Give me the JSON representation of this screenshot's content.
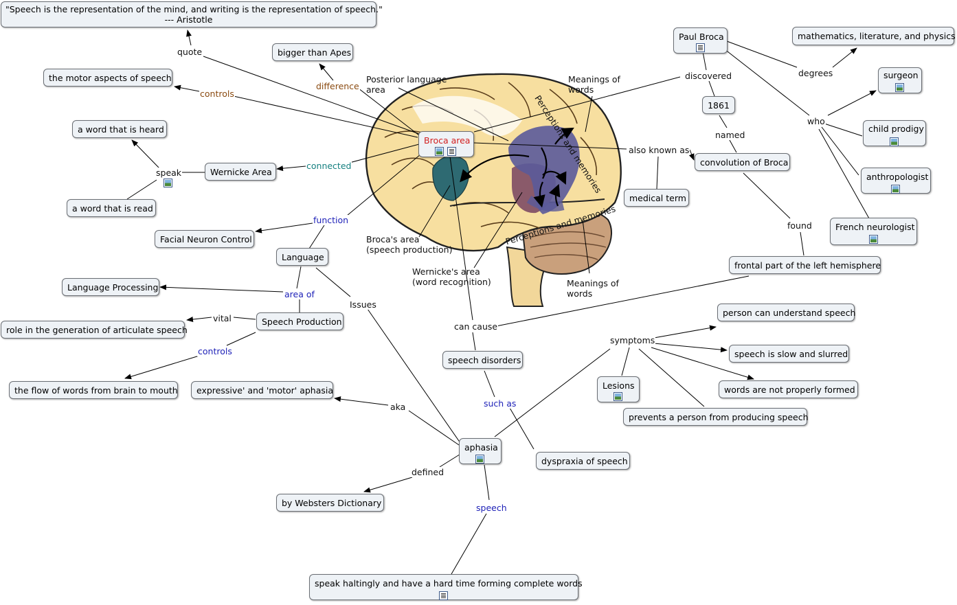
{
  "nodes": {
    "quote_text_1": "\"Speech is the representation of the mind, and writing is the representation of speech.\"",
    "quote_text_2": "--- Aristotle",
    "bigger_than_apes": "bigger than Apes",
    "motor_aspects": "the motor aspects of speech",
    "word_heard": "a word that is heard",
    "wernicke_area": "Wernicke Area",
    "word_read": "a word that is read",
    "facial_neuron": "Facial Neuron Control",
    "language": "Language",
    "language_processing": "Language Processing",
    "speech_production": "Speech Production",
    "role_generation": "role in the generation of articulate speech",
    "flow_of_words": "the flow of words from brain to mouth",
    "expressive_aphasia": "expressive' and 'motor' aphasia",
    "aphasia": "aphasia",
    "websters": "by Websters Dictionary",
    "speak_haltingly": "speak haltingly and have a hard time forming complete words",
    "speech_disorders": "speech disorders",
    "dyspraxia": "dyspraxia of speech",
    "lesions": "Lesions",
    "prevents": "prevents a person from producing speech",
    "words_not_formed": "words are not properly formed",
    "slow_slurred": "speech is slow and slurred",
    "can_understand": "person can understand speech",
    "frontal_part": "frontal part of the left hemisphere",
    "medical_term": "medical term",
    "convolution": "convolution of Broca",
    "year_1861": "1861",
    "paul_broca": "Paul Broca",
    "math_lit_phys": "mathematics, literature, and physics",
    "surgeon": "surgeon",
    "child_prodigy": "child prodigy",
    "anthropologist": "anthropologist",
    "french_neurologist": "French neurologist",
    "broca_area": "Broca area"
  },
  "links": {
    "quote": "quote",
    "difference": "difference",
    "controls_top": "controls",
    "speak_left": "speak",
    "connected": "connected",
    "function": "function",
    "area_of": "area of",
    "vital": "vital",
    "controls_bottom": "controls",
    "issues": "Issues",
    "aka": "aka",
    "defined": "defined",
    "speech": "speech",
    "such_as": "such as",
    "can_cause": "can cause",
    "symptoms": "symptoms",
    "also_known_as": "also known as",
    "found": "found",
    "named": "named",
    "discovered": "discovered",
    "degrees": "degrees",
    "who": "who"
  },
  "brain_labels": {
    "posterior_1": "Posterior language",
    "posterior_2": "area",
    "meanings_top_1": "Meanings of",
    "meanings_top_2": "words",
    "perceptions_top": "Perceptions and memories",
    "perceptions_bottom": "Perceptions and memories",
    "brocas_1": "Broca's area",
    "brocas_2": "(speech production)",
    "wernickes_1": "Wernicke's area",
    "wernickes_2": "(word recognition)",
    "meanings_bottom_1": "Meanings of",
    "meanings_bottom_2": "words"
  },
  "colors": {
    "node_fill": "#eef2f6",
    "node_border": "#6a6e74",
    "broca_text": "#d21f1f",
    "label_brown": "#8a4a10",
    "label_teal": "#168080",
    "label_blue": "#1f22b8",
    "brain_tan": "#f7dfa0",
    "broca_region": "#2e6a72",
    "wernicke_region": "#5a5a9a",
    "mid_region": "#8a5a6a"
  }
}
